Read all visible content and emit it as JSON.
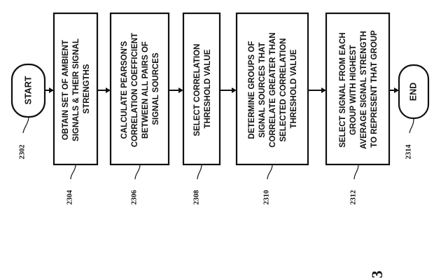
{
  "terminals": {
    "start": {
      "label": "START",
      "ref": "2302"
    },
    "end": {
      "label": "END",
      "ref": "2314"
    }
  },
  "steps": [
    {
      "ref": "2304",
      "lines": [
        "OBTAIN SET OF AMBIENT",
        "SIGNALS & THEIR SIGNAL",
        "STRENGTHS"
      ]
    },
    {
      "ref": "2306",
      "lines": [
        "CALCULATE PEARSON'S",
        "CORRELATION COEFFICIENT",
        "BETWEEN ALL PAIRS OF",
        "SIGNAL SOURCES"
      ]
    },
    {
      "ref": "2308",
      "lines": [
        "SELECT CORRELATION",
        "THRESHOLD VALUE"
      ]
    },
    {
      "ref": "2310",
      "lines": [
        "DETERMINE GROUPS OF",
        "SIGNAL SOURCES THAT",
        "CORRELATE GREATER THAN",
        "SELECTED CORRELATION",
        "THRESHOLD VALUE"
      ]
    },
    {
      "ref": "2312",
      "lines": [
        "SELECT SIGNAL FROM EACH",
        "GROUP WITH HIGHEST",
        "AVERAGE SIGNAL STRENGTH",
        "TO REPRESENT THAT GROUP"
      ]
    }
  ],
  "figure_label": "3"
}
